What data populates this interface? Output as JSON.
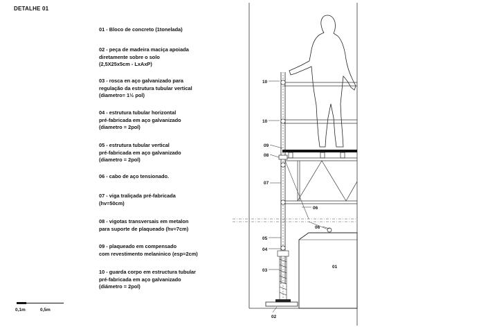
{
  "title": "DETALHE 01",
  "legend": [
    {
      "id": "01",
      "lines": [
        "01 - Bloco de concreto (1tonelada)"
      ]
    },
    {
      "id": "02",
      "lines": [
        "02 - peça de madeira maciça apoiada",
        "diretamente sobre o solo",
        "(2,5X25x5cm - LxAxP)"
      ]
    },
    {
      "id": "03",
      "lines": [
        "03 - rosca en aço galvanizado para",
        "regulação da estrutura tubular vertical",
        "(diametro= 1½ pol)"
      ]
    },
    {
      "id": "04",
      "lines": [
        "04 - estrutura tubular horizontal",
        "pré-fabricada em aço galvanizado",
        "(diametro = 2pol)"
      ]
    },
    {
      "id": "05",
      "lines": [
        "05 - estrutura tubular vertical",
        "pré-fabricada em aço galvanizado",
        "(diametro = 2pol)"
      ]
    },
    {
      "id": "06",
      "lines": [
        "06 - cabo de aço tensionado."
      ]
    },
    {
      "id": "07",
      "lines": [
        "07 - viga traliçada pré-fabricada",
        "(hv=50cm)"
      ]
    },
    {
      "id": "08",
      "lines": [
        "08 - vigotas transversais em metalon",
        "para suporte de plaqueado (hv=7cm)"
      ]
    },
    {
      "id": "09",
      "lines": [
        "09 - plaqueado em compensado",
        "com revestimento melaninico (esp=2cm)"
      ]
    },
    {
      "id": "10",
      "lines": [
        "10 - guarda corpo em estructura tubular",
        "pré-fabricada em aço galvanizado",
        "(diámetro = 2pol)"
      ]
    }
  ],
  "scale": {
    "label_a": "0,1m",
    "label_b": "0,5m"
  },
  "callouts": {
    "c10a": "10",
    "c10b": "10",
    "c09": "09",
    "c08": "08",
    "c07": "07",
    "c06a": "06",
    "c06b": "06",
    "c05": "05",
    "c04": "04",
    "c03": "03",
    "c02": "02",
    "c01": "01"
  }
}
